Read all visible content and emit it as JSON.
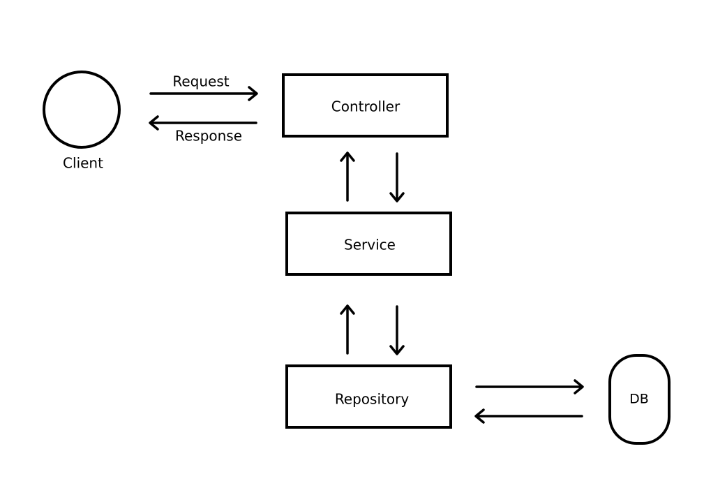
{
  "client": {
    "label": "Client"
  },
  "controller": {
    "label": "Controller"
  },
  "service": {
    "label": "Service"
  },
  "repository": {
    "label": "Repository"
  },
  "db": {
    "label": "DB"
  },
  "edges": {
    "request": "Request",
    "response": "Response"
  }
}
